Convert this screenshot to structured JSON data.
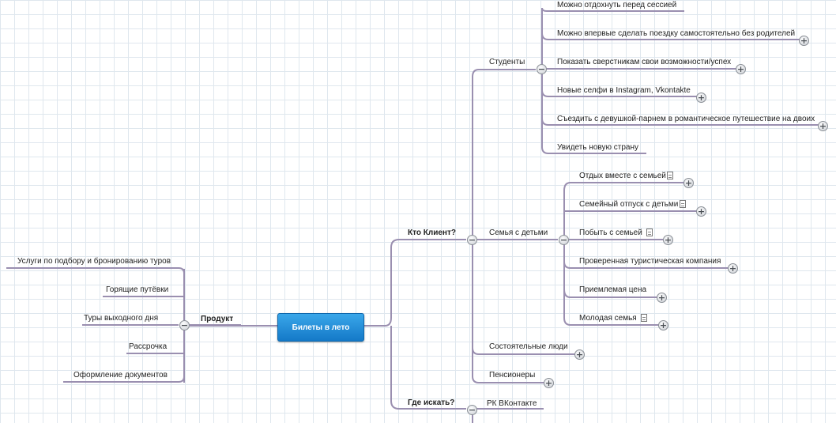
{
  "root": {
    "label": "Билеты в лето"
  },
  "left": {
    "label": "Продукт",
    "items": [
      {
        "label": "Услуги по подбору и бронированию туров"
      },
      {
        "label": "Горящие путёвки"
      },
      {
        "label": "Туры выходного дня"
      },
      {
        "label": "Рассрочка"
      },
      {
        "label": "Оформление документов"
      }
    ]
  },
  "client": {
    "label": "Кто Клиент?",
    "students": {
      "label": "Студенты",
      "items": [
        {
          "label": "Можно отдохнуть перед сессией"
        },
        {
          "label": "Можно впервые сделать поездку самостоятельно без родителей"
        },
        {
          "label": "Показать сверстникам свои возможности/успех"
        },
        {
          "label": "Новые селфи в Instagram, Vkontakte"
        },
        {
          "label": "Съездить с девушкой-парнем в романтическое путешествие на двоих"
        },
        {
          "label": "Увидеть новую страну"
        }
      ]
    },
    "family": {
      "label": "Семья с детьми",
      "items": [
        {
          "label": "Отдых вместе с семьей"
        },
        {
          "label": "Семейный отпуск с детьми"
        },
        {
          "label": "Побыть с семьей"
        },
        {
          "label": "Проверенная туристическая компания"
        },
        {
          "label": "Приемлемая цена"
        },
        {
          "label": "Молодая семья"
        }
      ]
    },
    "wealthy": {
      "label": "Состоятельные люди"
    },
    "pensioners": {
      "label": "Пенсионеры"
    }
  },
  "where": {
    "label": "Где искать?",
    "items": [
      {
        "label": "РК ВКонтакте"
      }
    ]
  },
  "toggle_symbols": {
    "collapse": "−",
    "expand": "+"
  }
}
